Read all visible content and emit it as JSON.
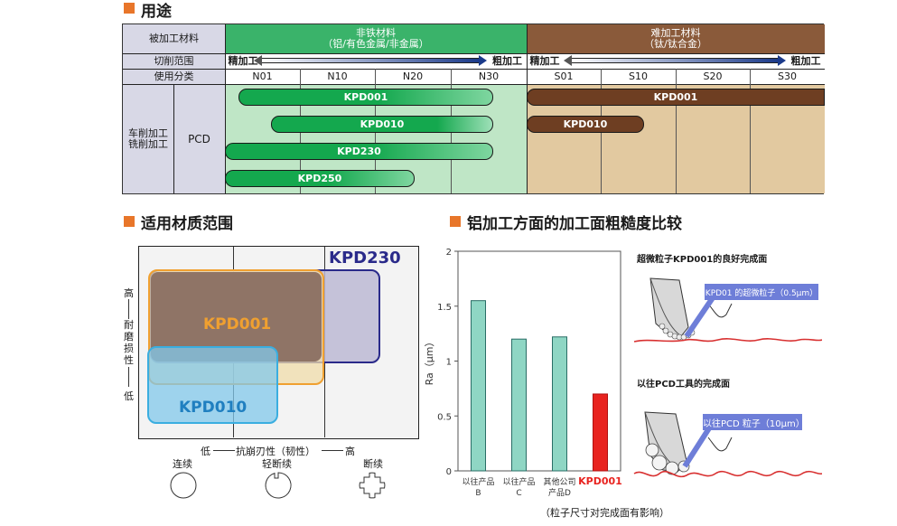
{
  "section_usage": {
    "title": "用途"
  },
  "table": {
    "row_material": "被加工材料",
    "row_cut_range": "切削范围",
    "row_class": "使用分类",
    "row_turning": "车削加工\n铣削加工",
    "row_turning_l1": "车削加工",
    "row_turning_l2": "铣削加工",
    "pcd": "PCD",
    "nonferrous": {
      "line1": "非铁材料",
      "line2": "（铝/有色金属/非金属）"
    },
    "difficult": {
      "line1": "难加工材料",
      "line2": "（钛/钛合金）"
    },
    "finish": "精加工",
    "rough": "粗加工",
    "n_classes": [
      "N01",
      "N10",
      "N20",
      "N30"
    ],
    "s_classes": [
      "S01",
      "S10",
      "S20",
      "S30"
    ],
    "green_bars": [
      "KPD001",
      "KPD010",
      "KPD230",
      "KPD250"
    ],
    "brown_bars": [
      "KPD001",
      "KPD010"
    ],
    "colors": {
      "green_bg": "#3ab36a",
      "green_bar": "#14a84e",
      "brown_bg": "#8a5a3a",
      "brown_bar": "#6e3e22",
      "light_green": "#c9e9cf",
      "light_brown": "#e0c9a3"
    }
  },
  "section_materials": {
    "title": "适用材质范围",
    "y_top": "高",
    "y_label": "耐磨损性",
    "y_bottom": "低",
    "x_left": "低",
    "x_label": "抗崩刃性（韧性）",
    "x_right": "高",
    "grades": [
      "KPD230",
      "KPD001",
      "KPD010"
    ],
    "cut_types": [
      "连续",
      "轻断续",
      "断续"
    ],
    "colors": {
      "KPD230": "#2a2a8a",
      "KPD001": "#f0a030",
      "KPD010": "#3aaee0",
      "overlap": "#8f7466"
    }
  },
  "section_roughness": {
    "title": "铝加工方面的加工面粗糙度比较",
    "note": "（粒子尺寸对完成面有影响）",
    "good_title": "超微粒子KPD001的良好完成面",
    "good_callout": "KPD01 的超微粒子（0.5μm）",
    "prev_title": "以往PCD工具的完成面",
    "prev_callout": "以往PCD 粒子（10μm）"
  },
  "chart_data": {
    "type": "bar",
    "categories": [
      "以往产品B",
      "以往产品C",
      "其他公司产品D",
      "KPD001"
    ],
    "category_lines": [
      [
        "以往产品",
        "B"
      ],
      [
        "以往产品",
        "C"
      ],
      [
        "其他公司",
        "产品D"
      ],
      [
        "KPD001"
      ]
    ],
    "values": [
      1.55,
      1.2,
      1.22,
      0.7
    ],
    "ylabel": "Ra（μm）",
    "ylim": [
      0,
      2
    ],
    "yticks": [
      "0",
      "0.5",
      "1",
      "1.5",
      "2"
    ],
    "bar_color": "#8fd6c4",
    "highlight_color": "#e8231f"
  }
}
